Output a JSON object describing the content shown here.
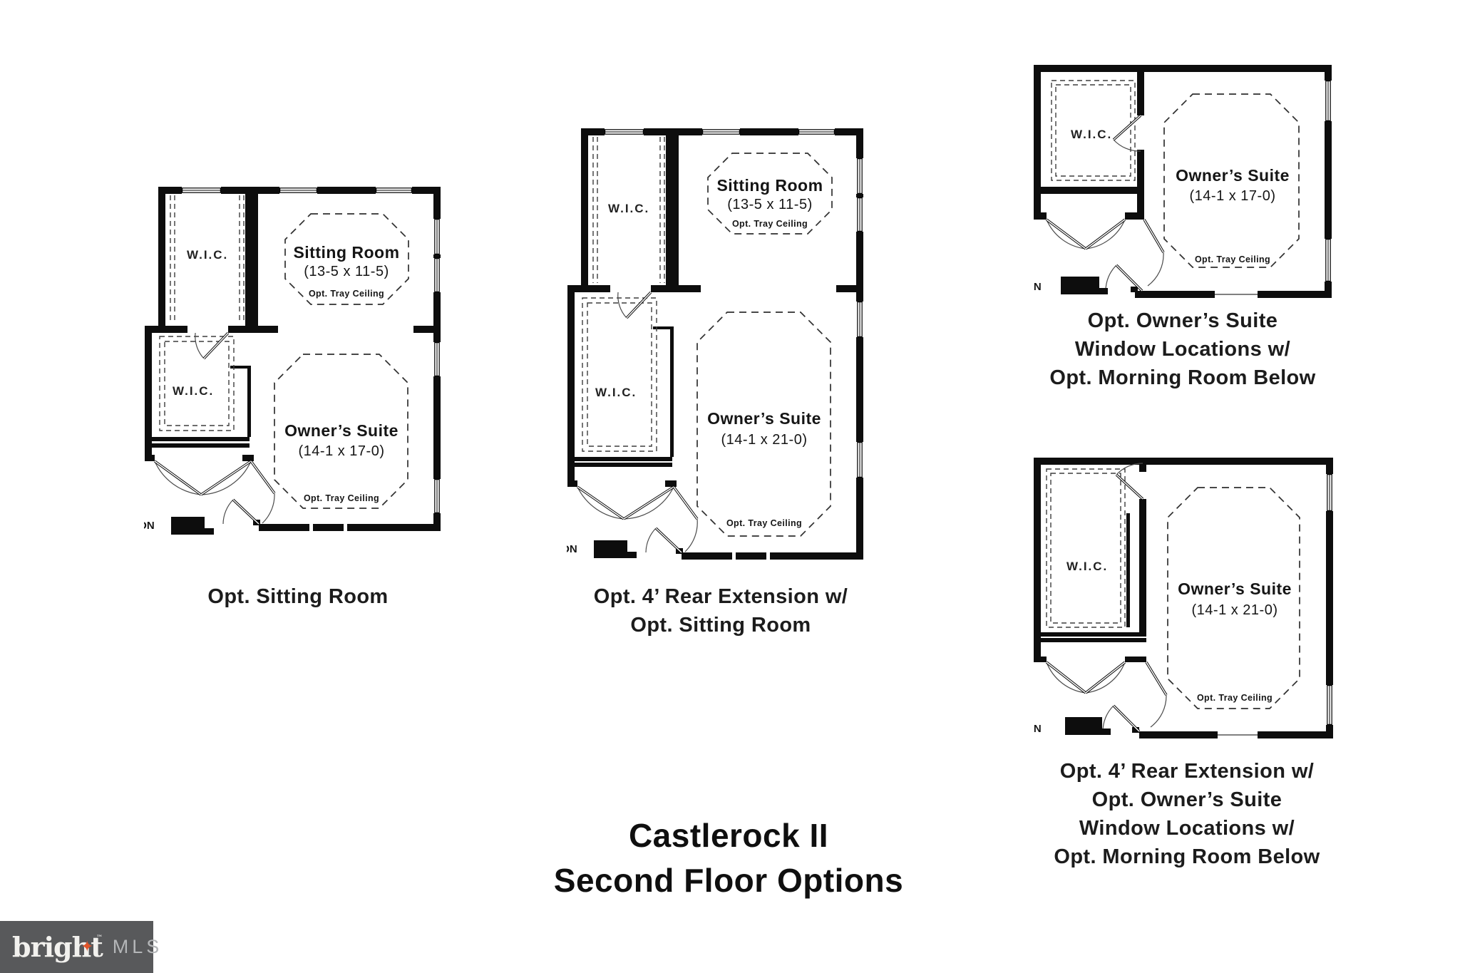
{
  "title": {
    "line1": "Castlerock II",
    "line2": "Second Floor Options"
  },
  "shared": {
    "wic": "W.I.C.",
    "tray_note": "Opt. Tray Ceiling",
    "stair_label": "DN"
  },
  "plans": [
    {
      "caption": [
        "Opt. Sitting Room"
      ],
      "rooms": {
        "sitting": {
          "name": "Sitting Room",
          "dims": "(13-5 x 11-5)"
        },
        "owner": {
          "name": "Owner’s Suite",
          "dims": "(14-1 x 17-0)"
        }
      }
    },
    {
      "caption": [
        "Opt. 4’ Rear Extension w/",
        "Opt. Sitting Room"
      ],
      "rooms": {
        "sitting": {
          "name": "Sitting Room",
          "dims": "(13-5 x 11-5)"
        },
        "owner": {
          "name": "Owner’s Suite",
          "dims": "(14-1 x 21-0)"
        }
      }
    },
    {
      "caption": [
        "Opt. Owner’s Suite",
        "Window Locations w/",
        "Opt. Morning Room Below"
      ],
      "rooms": {
        "owner": {
          "name": "Owner’s Suite",
          "dims": "(14-1 x 17-0)"
        }
      }
    },
    {
      "caption": [
        "Opt. 4’ Rear Extension w/",
        "Opt. Owner’s Suite",
        "Window Locations w/",
        "Opt. Morning Room Below"
      ],
      "rooms": {
        "owner": {
          "name": "Owner’s Suite",
          "dims": "(14-1 x 21-0)"
        }
      }
    }
  ],
  "logo": {
    "brand": "bright",
    "tm": "TM",
    "suffix": "MLS",
    "bg": "#58595b",
    "star_color": "#e0552b"
  }
}
